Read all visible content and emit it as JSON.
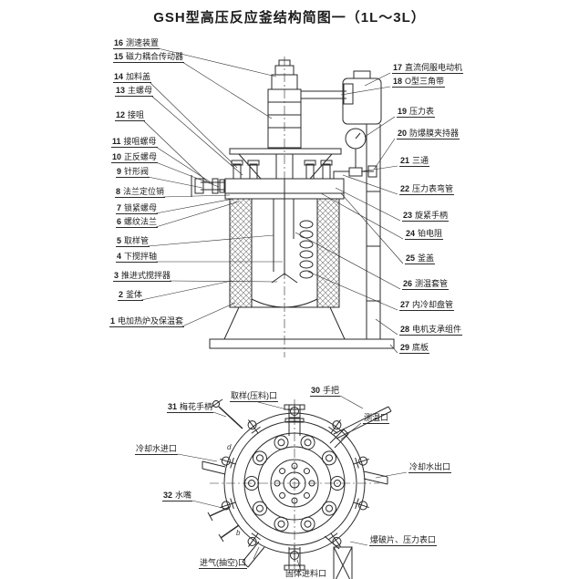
{
  "title": "GSH型高压反应釜结构简图一（1L～3L）",
  "front_view": {
    "left_labels": [
      {
        "num": "16",
        "text": "测速装置"
      },
      {
        "num": "15",
        "text": "磁力耦合传动器"
      },
      {
        "num": "14",
        "text": "加料盖"
      },
      {
        "num": "13",
        "text": "主螺母"
      },
      {
        "num": "12",
        "text": "接咀"
      },
      {
        "num": "11",
        "text": "接咀螺母"
      },
      {
        "num": "10",
        "text": "正反螺母"
      },
      {
        "num": "9",
        "text": "针形阀"
      },
      {
        "num": "8",
        "text": "法兰定位销"
      },
      {
        "num": "7",
        "text": "锁紧螺母"
      },
      {
        "num": "6",
        "text": "螺纹法兰"
      },
      {
        "num": "5",
        "text": "取样管"
      },
      {
        "num": "4",
        "text": "下搅拌轴"
      },
      {
        "num": "3",
        "text": "推进式搅拌器"
      },
      {
        "num": "2",
        "text": "釜体"
      },
      {
        "num": "1",
        "text": "电加热炉及保温套"
      }
    ],
    "right_labels": [
      {
        "num": "17",
        "text": "直流伺服电动机"
      },
      {
        "num": "18",
        "text": "O型三角带"
      },
      {
        "num": "19",
        "text": "压力表"
      },
      {
        "num": "20",
        "text": "防爆膜夹持器"
      },
      {
        "num": "21",
        "text": "三通"
      },
      {
        "num": "22",
        "text": "压力表弯管"
      },
      {
        "num": "23",
        "text": "旋紧手柄"
      },
      {
        "num": "24",
        "text": "铂电阻"
      },
      {
        "num": "25",
        "text": "釜盖"
      },
      {
        "num": "26",
        "text": "测温套管"
      },
      {
        "num": "27",
        "text": "内冷却盘管"
      },
      {
        "num": "28",
        "text": "电机支承组件"
      },
      {
        "num": "29",
        "text": "底板"
      }
    ]
  },
  "top_view": {
    "labels": [
      {
        "num": "31",
        "text": "梅花手柄"
      },
      {
        "num": "",
        "text": "取样(压料)口"
      },
      {
        "num": "30",
        "text": "手把"
      },
      {
        "num": "",
        "text": "测温口"
      },
      {
        "num": "",
        "text": "冷却水进口"
      },
      {
        "num": "",
        "text": "冷却水出口"
      },
      {
        "num": "32",
        "text": "水嘴"
      },
      {
        "num": "",
        "text": "爆破片、压力表口"
      },
      {
        "num": "",
        "text": "进气(抽空)口"
      },
      {
        "num": "",
        "text": "固体进料口"
      }
    ],
    "position_letters": [
      "d",
      "b"
    ]
  },
  "colors": {
    "line": "#2a2a2a",
    "background": "#ffffff"
  }
}
